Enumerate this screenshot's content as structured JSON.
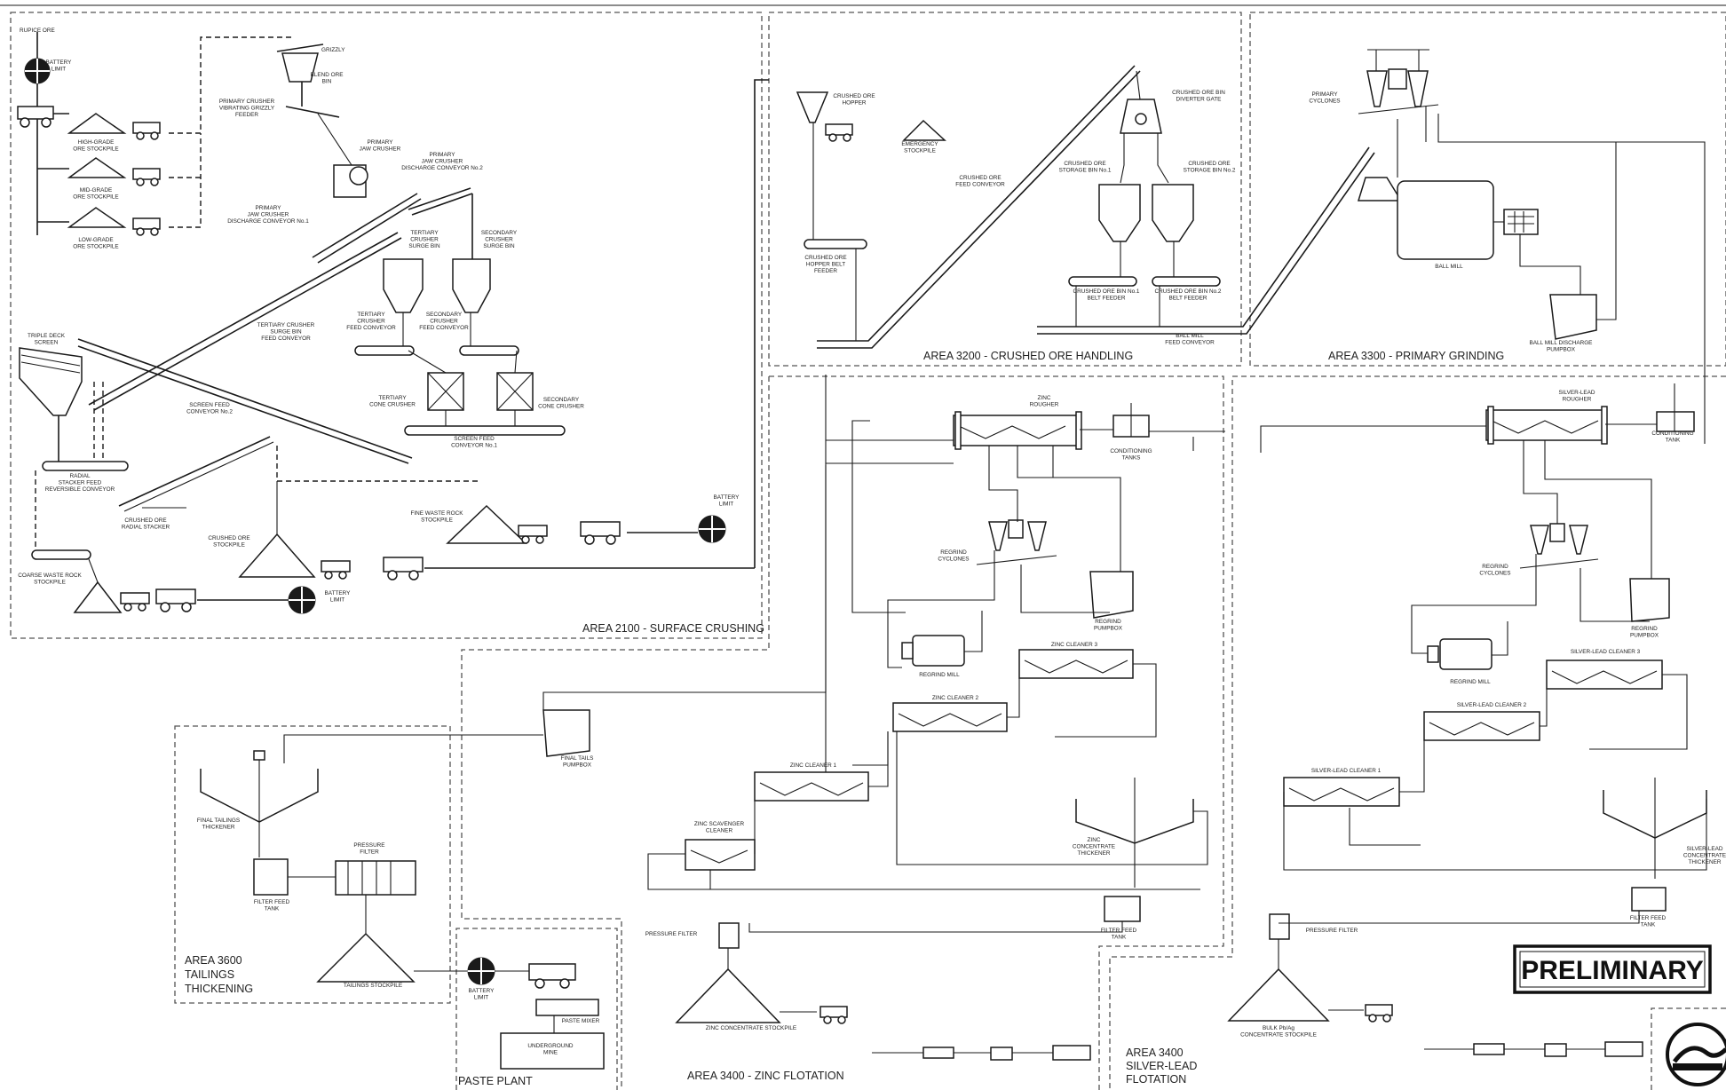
{
  "areas": {
    "surface_crushing": "AREA 2100 - SURFACE CRUSHING",
    "crushed_ore_handling": "AREA 3200 - CRUSHED ORE HANDLING",
    "primary_grinding": "AREA 3300 - PRIMARY GRINDING",
    "zinc_flotation": "AREA 3400 - ZINC FLOTATION",
    "silver_lead_flotation": [
      "AREA 3400",
      "SILVER-LEAD",
      "FLOTATION"
    ],
    "tailings_thickening": [
      "AREA 3600",
      "TAILINGS",
      "THICKENING"
    ],
    "paste_plant": "PASTE PLANT"
  },
  "stamp": "PRELIMINARY",
  "labels": {
    "rupice_ore": "RUPICE ORE",
    "battery_limit_1": [
      "BATTERY",
      "LIMIT"
    ],
    "battery_limit_2": [
      "BATTERY",
      "LIMIT"
    ],
    "battery_limit_3": [
      "BATTERY",
      "LIMIT"
    ],
    "battery_limit_4": [
      "BATTERY",
      "LIMIT"
    ],
    "high_grade": [
      "HIGH-GRADE",
      "ORE STOCKPILE"
    ],
    "mid_grade": [
      "MID-GRADE",
      "ORE STOCKPILE"
    ],
    "low_grade": [
      "LOW-GRADE",
      "ORE STOCKPILE"
    ],
    "grizzly": "GRIZZLY",
    "blend_ore_bin": [
      "BLEND ORE",
      "BIN"
    ],
    "primary_crusher_feeder": [
      "PRIMARY CRUSHER",
      "VIBRATING GRIZZLY",
      "FEEDER"
    ],
    "primary_jaw_crusher": [
      "PRIMARY",
      "JAW CRUSHER"
    ],
    "jaw_discharge_2": [
      "PRIMARY",
      "JAW CRUSHER",
      "DISCHARGE CONVEYOR No.2"
    ],
    "jaw_discharge_1": [
      "PRIMARY",
      "JAW CRUSHER",
      "DISCHARGE CONVEYOR No.1"
    ],
    "tertiary_surge_bin": [
      "TERTIARY",
      "CRUSHER",
      "SURGE BIN"
    ],
    "secondary_surge_bin": [
      "SECONDARY",
      "CRUSHER",
      "SURGE BIN"
    ],
    "triple_deck_screen": [
      "TRIPLE DECK",
      "SCREEN"
    ],
    "tertiary_surge_conveyor": [
      "TERTIARY CRUSHER",
      "SURGE BIN",
      "FEED CONVEYOR"
    ],
    "tertiary_feed_conveyor": [
      "TERTIARY",
      "CRUSHER",
      "FEED CONVEYOR"
    ],
    "secondary_feed_conveyor": [
      "SECONDARY",
      "CRUSHER",
      "FEED CONVEYOR"
    ],
    "tertiary_cone": [
      "TERTIARY",
      "CONE CRUSHER"
    ],
    "secondary_cone": [
      "SECONDARY",
      "CONE CRUSHER"
    ],
    "screen_feed_2": [
      "SCREEN FEED",
      "CONVEYOR No.2"
    ],
    "screen_feed_1": [
      "SCREEN FEED",
      "CONVEYOR No.1"
    ],
    "radial_stacker_conveyor": [
      "RADIAL",
      "STACKER FEED",
      "REVERSIBLE CONVEYOR"
    ],
    "crushed_ore_radial_stacker": [
      "CRUSHED ORE",
      "RADIAL STACKER"
    ],
    "crushed_ore_stockpile": [
      "CRUSHED ORE",
      "STOCKPILE"
    ],
    "fine_waste_rock": [
      "FINE WASTE ROCK",
      "STOCKPILE"
    ],
    "coarse_waste_rock": [
      "COARSE WASTE ROCK",
      "STOCKPILE"
    ],
    "crushed_ore_hopper": [
      "CRUSHED ORE",
      "HOPPER"
    ],
    "emergency_stockpile": [
      "EMERGENCY",
      "STOCKPILE"
    ],
    "crushed_ore_feed_conveyor": [
      "CRUSHED ORE",
      "FEED CONVEYOR"
    ],
    "hopper_belt_feeder": [
      "CRUSHED ORE",
      "HOPPER BELT",
      "FEEDER"
    ],
    "diverter_gate": [
      "CRUSHED ORE BIN",
      "DIVERTER GATE"
    ],
    "storage_bin_1": [
      "CRUSHED ORE",
      "STORAGE BIN No.1"
    ],
    "storage_bin_2": [
      "CRUSHED ORE",
      "STORAGE BIN No.2"
    ],
    "bin1_feeder": [
      "CRUSHED ORE BIN No.1",
      "BELT FEEDER"
    ],
    "bin2_feeder": [
      "CRUSHED ORE BIN No.2",
      "BELT FEEDER"
    ],
    "ball_mill_feed_conveyor": [
      "BALL MILL",
      "FEED CONVEYOR"
    ],
    "primary_cyclones": [
      "PRIMARY",
      "CYCLONES"
    ],
    "ball_mill": "BALL MILL",
    "ball_mill_pumpbox": [
      "BALL MILL DISCHARGE",
      "PUMPBOX"
    ],
    "zinc_rougher": [
      "ZINC",
      "ROUGHER"
    ],
    "conditioning_tanks": [
      "CONDITIONING",
      "TANKS"
    ],
    "silver_lead_rougher": [
      "SILVER-LEAD",
      "ROUGHER"
    ],
    "conditioning_tank": [
      "CONDITIONING",
      "TANK"
    ],
    "zinc_regrind_cyclones": [
      "REGRIND",
      "CYCLONES"
    ],
    "zinc_regrind_pumpbox": [
      "REGRIND",
      "PUMPBOX"
    ],
    "zinc_regrind_mill": "REGRIND MILL",
    "zinc_cleaner_3": "ZINC CLEANER 3",
    "zinc_cleaner_2": "ZINC CLEANER 2",
    "zinc_cleaner_1": "ZINC CLEANER 1",
    "zinc_scavenger": [
      "ZINC SCAVENGER",
      "CLEANER"
    ],
    "zinc_conc_thickener": [
      "ZINC",
      "CONCENTRATE",
      "THICKENER"
    ],
    "final_tails_pumpbox": [
      "FINAL TAILS",
      "PUMPBOX"
    ],
    "zinc_filter_feed_tank": [
      "FILTER FEED",
      "TANK"
    ],
    "zinc_pressure_filter": "PRESSURE FILTER",
    "zinc_conc_stockpile": "ZINC CONCENTRATE STOCKPILE",
    "sl_regrind_cyclones": [
      "REGRIND",
      "CYCLONES"
    ],
    "sl_regrind_pumpbox": [
      "REGRIND",
      "PUMPBOX"
    ],
    "sl_regrind_mill": "REGRIND MILL",
    "sl_cleaner_3": "SILVER-LEAD CLEANER 3",
    "sl_cleaner_2": "SILVER-LEAD CLEANER 2",
    "sl_cleaner_1": "SILVER-LEAD CLEANER 1",
    "sl_conc_thickener": [
      "SILVER-LEAD",
      "CONCENTRATE",
      "THICKENER"
    ],
    "sl_filter_feed_tank": [
      "FILTER FEED",
      "TANK"
    ],
    "sl_pressure_filter": "PRESSURE FILTER",
    "bulk_conc_stockpile": [
      "BULK Pb/Ag",
      "CONCENTRATE STOCKPILE"
    ],
    "final_tailings_thickener": [
      "FINAL TAILINGS",
      "THICKENER"
    ],
    "tailings_pressure_filter": [
      "PRESSURE",
      "FILTER"
    ],
    "tailings_filter_feed_tank": [
      "FILTER FEED",
      "TANK"
    ],
    "tailings_stockpile": "TAILINGS STOCKPILE",
    "paste_mixer": "PASTE MIXER",
    "underground_mine": [
      "UNDERGROUND",
      "MINE"
    ]
  }
}
